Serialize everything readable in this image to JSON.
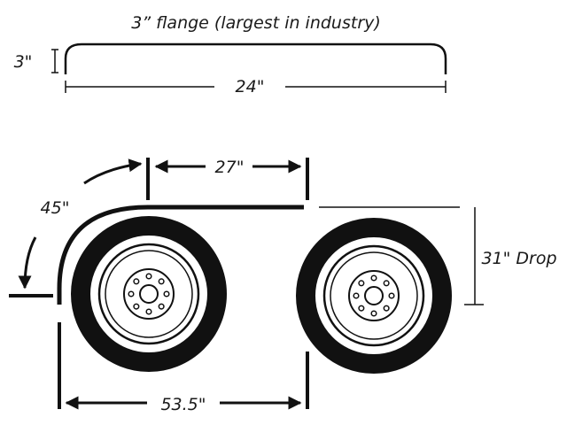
{
  "diagram": {
    "flange_caption": "3” flange (largest in industry)",
    "flange_height_label": "3\"",
    "flange_width_label": "24\"",
    "fender_length_label": "27\"",
    "angle_label": "45\"",
    "span_label": "53.5\"",
    "drop_label": "31\" Drop"
  },
  "colors": {
    "ink": "#111111",
    "background": "#ffffff"
  }
}
